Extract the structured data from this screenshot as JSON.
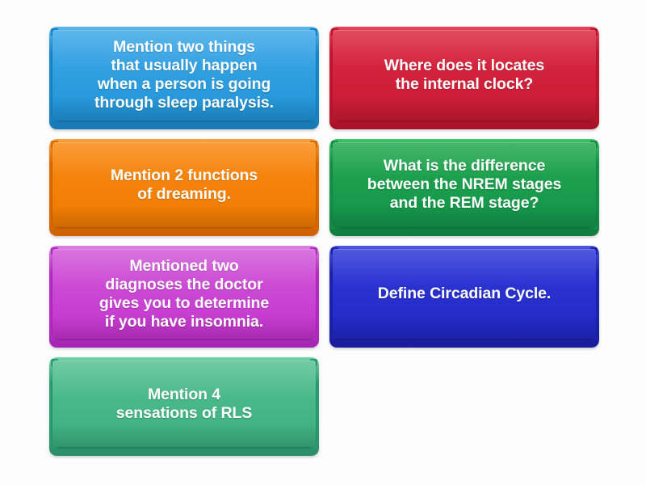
{
  "activity": {
    "type": "random-cards",
    "background_color": "#fdfdfd",
    "card_count": 7,
    "columns": 2
  },
  "cards": [
    {
      "id": "card-1",
      "text": "Mention two things\nthat usually happen\nwhen a person is going\nthrough sleep paralysis.",
      "color_name": "blue",
      "base": "#1b86c6",
      "face_top": "#3fa9e8",
      "face_bottom": "#1f93d6",
      "lip": "#1879b4",
      "edge_light": "#5cb8ee"
    },
    {
      "id": "card-2",
      "text": "Where does it locates\nthe internal clock?",
      "color_name": "red",
      "base": "#c21730",
      "face_top": "#dc2941",
      "face_bottom": "#c81a33",
      "lip": "#a81128",
      "edge_light": "#e8445a"
    },
    {
      "id": "card-3",
      "text": "Mention 2 functions\nof dreaming.",
      "color_name": "orange",
      "base": "#d96b00",
      "face_top": "#f98a13",
      "face_bottom": "#ef7a00",
      "lip": "#cf6200",
      "edge_light": "#fba23c"
    },
    {
      "id": "card-4",
      "text": "What is the difference\nbetween the NREM stages\nand the REM stage?",
      "color_name": "green",
      "base": "#17914a",
      "face_top": "#22a94f",
      "face_bottom": "#13934a",
      "lip": "#0f7d3e",
      "edge_light": "#3ec46c"
    },
    {
      "id": "card-5",
      "text": "Mentioned two\ndiagnoses the doctor\ngives you to determine\nif you have insomnia.",
      "color_name": "magenta",
      "base": "#b32fc0",
      "face_top": "#d15ad9",
      "face_bottom": "#c333cd",
      "lip": "#a425b3",
      "edge_light": "#dd82e2"
    },
    {
      "id": "card-6",
      "text": "Define Circadian Cycle.",
      "color_name": "royal-blue",
      "base": "#1f22ad",
      "face_top": "#3039d8",
      "face_bottom": "#2027c4",
      "lip": "#191d9c",
      "edge_light": "#4f57e3"
    },
    {
      "id": "card-7",
      "text": "Mention 4\nsensations of RLS",
      "color_name": "emerald",
      "base": "#2f9d73",
      "face_top": "#56c292",
      "face_bottom": "#3aad7e",
      "lip": "#2a8e69",
      "edge_light": "#76d3aa"
    }
  ]
}
